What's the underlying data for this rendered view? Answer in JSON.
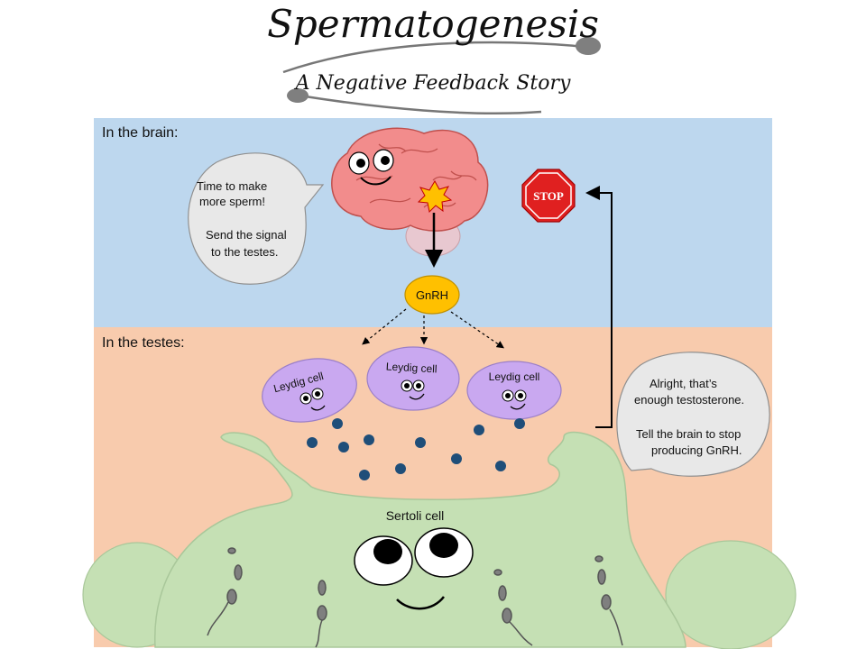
{
  "header": {
    "title": "Spermatogenesis",
    "subtitle": "A Negative Feedback Story"
  },
  "regions": {
    "brain_label": "In the brain:",
    "testes_label": "In the testes:"
  },
  "brain_bubble": {
    "line1": "Time to make",
    "line2": "more sperm!",
    "line3": "Send the signal",
    "line4": "to the testes."
  },
  "stop_sign": {
    "label": "STOP"
  },
  "hormone": {
    "label": "GnRH"
  },
  "leydig_cells": [
    {
      "label": "Leydig cell"
    },
    {
      "label": "Leydig cell"
    },
    {
      "label": "Leydig cell"
    }
  ],
  "testes_bubble": {
    "line1": "Alright, that’s",
    "line2": "enough testosterone.",
    "line3": "Tell the brain to stop",
    "line4": "producing GnRH."
  },
  "sertoli": {
    "label": "Sertoli cell"
  },
  "colors": {
    "brain_region": "#bdd7ee",
    "testes_region": "#f8cbad",
    "sertoli": "#c5e0b4",
    "leydig": "#c9a8f0",
    "gnrh": "#ffc000",
    "stop": "#e02020",
    "testosterone_dot": "#1f4e79",
    "bubble": "#e8e8e8"
  }
}
